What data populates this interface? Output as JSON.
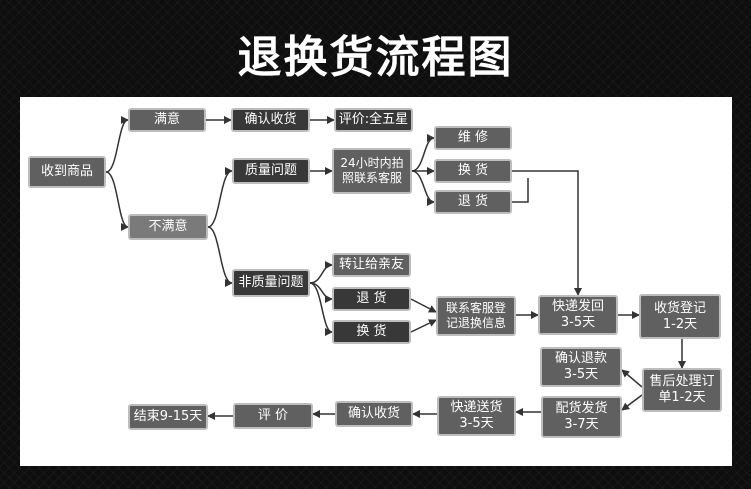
{
  "title": "退换货流程图",
  "nodes": {
    "received": "收到商品",
    "satisfied": "满意",
    "confirm_receipt_top": "确认收货",
    "review_five_star": "评价:全五星",
    "unsatisfied": "不满意",
    "quality_issue": "质量问题",
    "contact_24h": "24小时内拍\n照联系客服",
    "repair": "维 修",
    "exchange_top": "换 货",
    "return_top": "退 货",
    "non_quality_issue": "非质量问题",
    "transfer_friend": "转让给亲友",
    "return_mid": "退 货",
    "exchange_mid": "换 货",
    "contact_register": "联系客服登\n记退换信息",
    "express_return": "快递发回\n3-5天",
    "receive_register": "收货登记\n1-2天",
    "confirm_refund": "确认退款\n3-5天",
    "after_sale": "售后处理订\n单1-2天",
    "ship_goods": "配货发货\n3-7天",
    "express_delivery": "快递送货\n3-5天",
    "confirm_receipt_bottom": "确认收货",
    "review": "评 价",
    "end": "结束9-15天"
  }
}
